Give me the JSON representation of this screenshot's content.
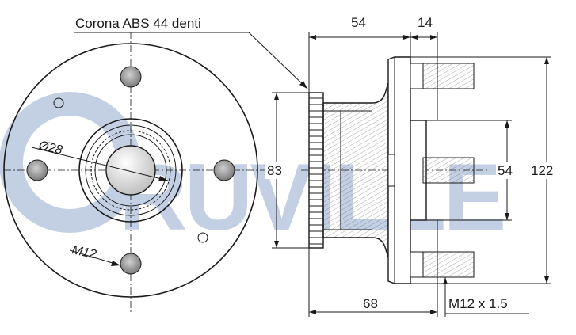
{
  "watermark": {
    "text": "RUVILLE",
    "color": "#c3cfe3"
  },
  "labels": {
    "abs_ring": "Corona ABS 44 denti",
    "bore_diameter": "Ø28",
    "bolt_thread": "M12",
    "hub_height": "54",
    "flange_width": "14",
    "abs_diameter": "83",
    "pilot_diameter": "54",
    "flange_diameter": "122",
    "overall_length": "68",
    "stud_thread": "M12 x 1.5"
  },
  "colors": {
    "line": "#1a1a1a",
    "hole_fill": "#8a8a8a",
    "watermark": "#c3cfe3"
  }
}
